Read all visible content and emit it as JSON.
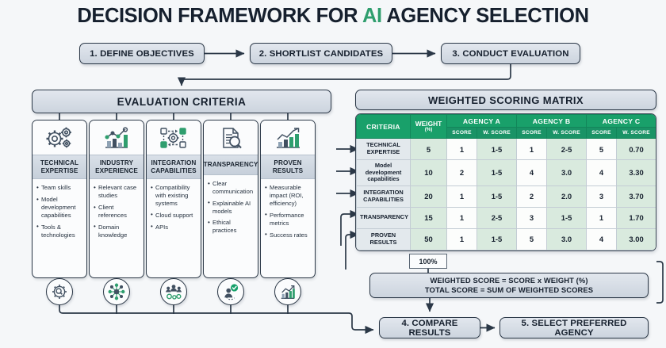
{
  "title": {
    "before": "DECISION FRAMEWORK FOR ",
    "accent": "AI",
    "after": " AGENCY SELECTION"
  },
  "colors": {
    "accent_green": "#2f9e6e",
    "header_green": "#19a06a",
    "box_gray": "#ccd4de",
    "ink": "#16202e"
  },
  "steps": [
    {
      "label": "1. DEFINE OBJECTIVES"
    },
    {
      "label": "2. SHORTLIST CANDIDATES"
    },
    {
      "label": "3. CONDUCT EVALUATION"
    },
    {
      "label": "4. COMPARE RESULTS"
    },
    {
      "label": "5. SELECT PREFERRED AGENCY"
    }
  ],
  "evaluation": {
    "header": "EVALUATION CRITERIA",
    "columns": [
      {
        "title": "TECHNICAL EXPERTISE",
        "icon": "gears-icon",
        "badge_icon": "gear-search-icon",
        "items": [
          "Team skills",
          "Model development capabilities",
          "Tools & technologies"
        ]
      },
      {
        "title": "INDUSTRY EXPERIENCE",
        "icon": "bar-chart-trend-icon",
        "badge_icon": "network-nodes-icon",
        "items": [
          "Relevant case studies",
          "Client references",
          "Domain knowledge"
        ]
      },
      {
        "title": "INTEGRATION CAPABILITIES",
        "icon": "integration-nodes-icon",
        "badge_icon": "team-gears-icon",
        "items": [
          "Compatibility with existing systems",
          "Cloud support",
          "APIs"
        ]
      },
      {
        "title": "TRANSPARENCY",
        "icon": "document-magnifier-icon",
        "badge_icon": "person-check-icon",
        "items": [
          "Clear communication",
          "Explainable AI models",
          "Ethical practices"
        ]
      },
      {
        "title": "PROVEN RESULTS",
        "icon": "growth-chart-icon",
        "badge_icon": "growth-bars-icon",
        "items": [
          "Measurable impact (ROI, efficiency)",
          "Performance metrics",
          "Success rates"
        ]
      }
    ]
  },
  "matrix": {
    "header": "WEIGHTED SCORING MATRIX",
    "col_criteria": "CRITERIA",
    "col_weight": "WEIGHT",
    "col_weight_unit": "(%)",
    "agencies": [
      "AGENCY A",
      "AGENCY B",
      "AGENCY C"
    ],
    "sub_score": "SCORE",
    "sub_wscore": "W. SCORE",
    "rows": [
      {
        "criteria": "TECHNICAL EXPERTISE",
        "lowercase": false,
        "weight": "5",
        "a_score": "1",
        "a_wscore": "1-5",
        "b_score": "1",
        "b_wscore": "2-5",
        "c_score": "5",
        "c_wscore": "0.70"
      },
      {
        "criteria": "Model development capabilities",
        "lowercase": true,
        "weight": "10",
        "a_score": "2",
        "a_wscore": "1-5",
        "b_score": "4",
        "b_wscore": "3.0",
        "c_score": "4",
        "c_wscore": "3.30"
      },
      {
        "criteria": "INTEGRATION CAPABILITIES",
        "lowercase": false,
        "weight": "20",
        "a_score": "1",
        "a_wscore": "1-5",
        "b_score": "2",
        "b_wscore": "2.0",
        "c_score": "3",
        "c_wscore": "3.70"
      },
      {
        "criteria": "TRANSPARENCY",
        "lowercase": false,
        "weight": "15",
        "a_score": "1",
        "a_wscore": "2-5",
        "b_score": "3",
        "b_wscore": "1-5",
        "c_score": "1",
        "c_wscore": "1.70"
      },
      {
        "criteria": "PROVEN RESULTS",
        "lowercase": false,
        "weight": "50",
        "a_score": "1",
        "a_wscore": "1-5",
        "b_score": "5",
        "b_wscore": "3.0",
        "c_score": "4",
        "c_wscore": "3.00"
      }
    ],
    "total_weight": "100%"
  },
  "formula": {
    "line1": "WEIGHTED SCORE = SCORE x WEIGHT (%)",
    "line2": "TOTAL SCORE = SUM OF WEIGHTED SCORES"
  }
}
